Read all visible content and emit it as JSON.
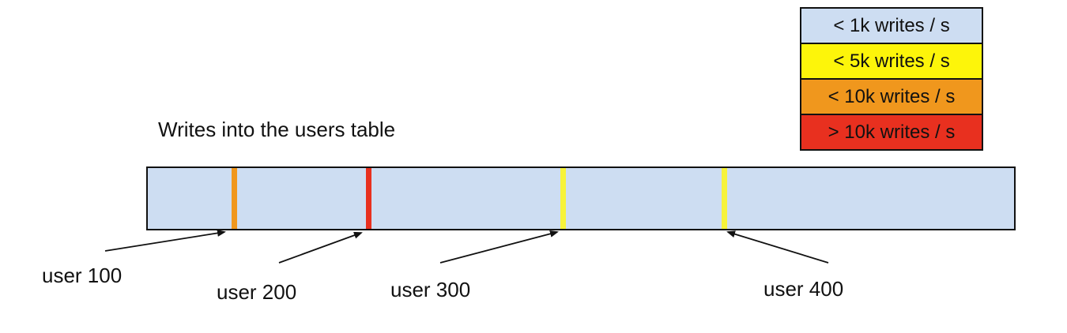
{
  "title": "Writes into the users table",
  "legend": {
    "items": [
      {
        "label": "< 1k writes / s",
        "color": "#cdddf2"
      },
      {
        "label": "< 5k writes / s",
        "color": "#fdf50a"
      },
      {
        "label": "< 10k writes / s",
        "color": "#f0971d"
      },
      {
        "label": "> 10k writes / s",
        "color": "#e8301f"
      }
    ]
  },
  "bar": {
    "fill": "#cdddf2",
    "markers": [
      {
        "user": "user 100",
        "rate": "< 10k writes / s",
        "color": "#f0971d",
        "position": "9.7%"
      },
      {
        "user": "user 200",
        "rate": "> 10k writes / s",
        "color": "#e8301f",
        "position": "25.2%"
      },
      {
        "user": "user 300",
        "rate": "< 5k writes / s",
        "color": "#f7f33a",
        "position": "47.6%"
      },
      {
        "user": "user 400",
        "rate": "< 5k writes / s",
        "color": "#f7f33a",
        "position": "66.2%"
      }
    ]
  },
  "callouts": [
    {
      "text": "user 100"
    },
    {
      "text": "user 200"
    },
    {
      "text": "user 300"
    },
    {
      "text": "user 400"
    }
  ]
}
